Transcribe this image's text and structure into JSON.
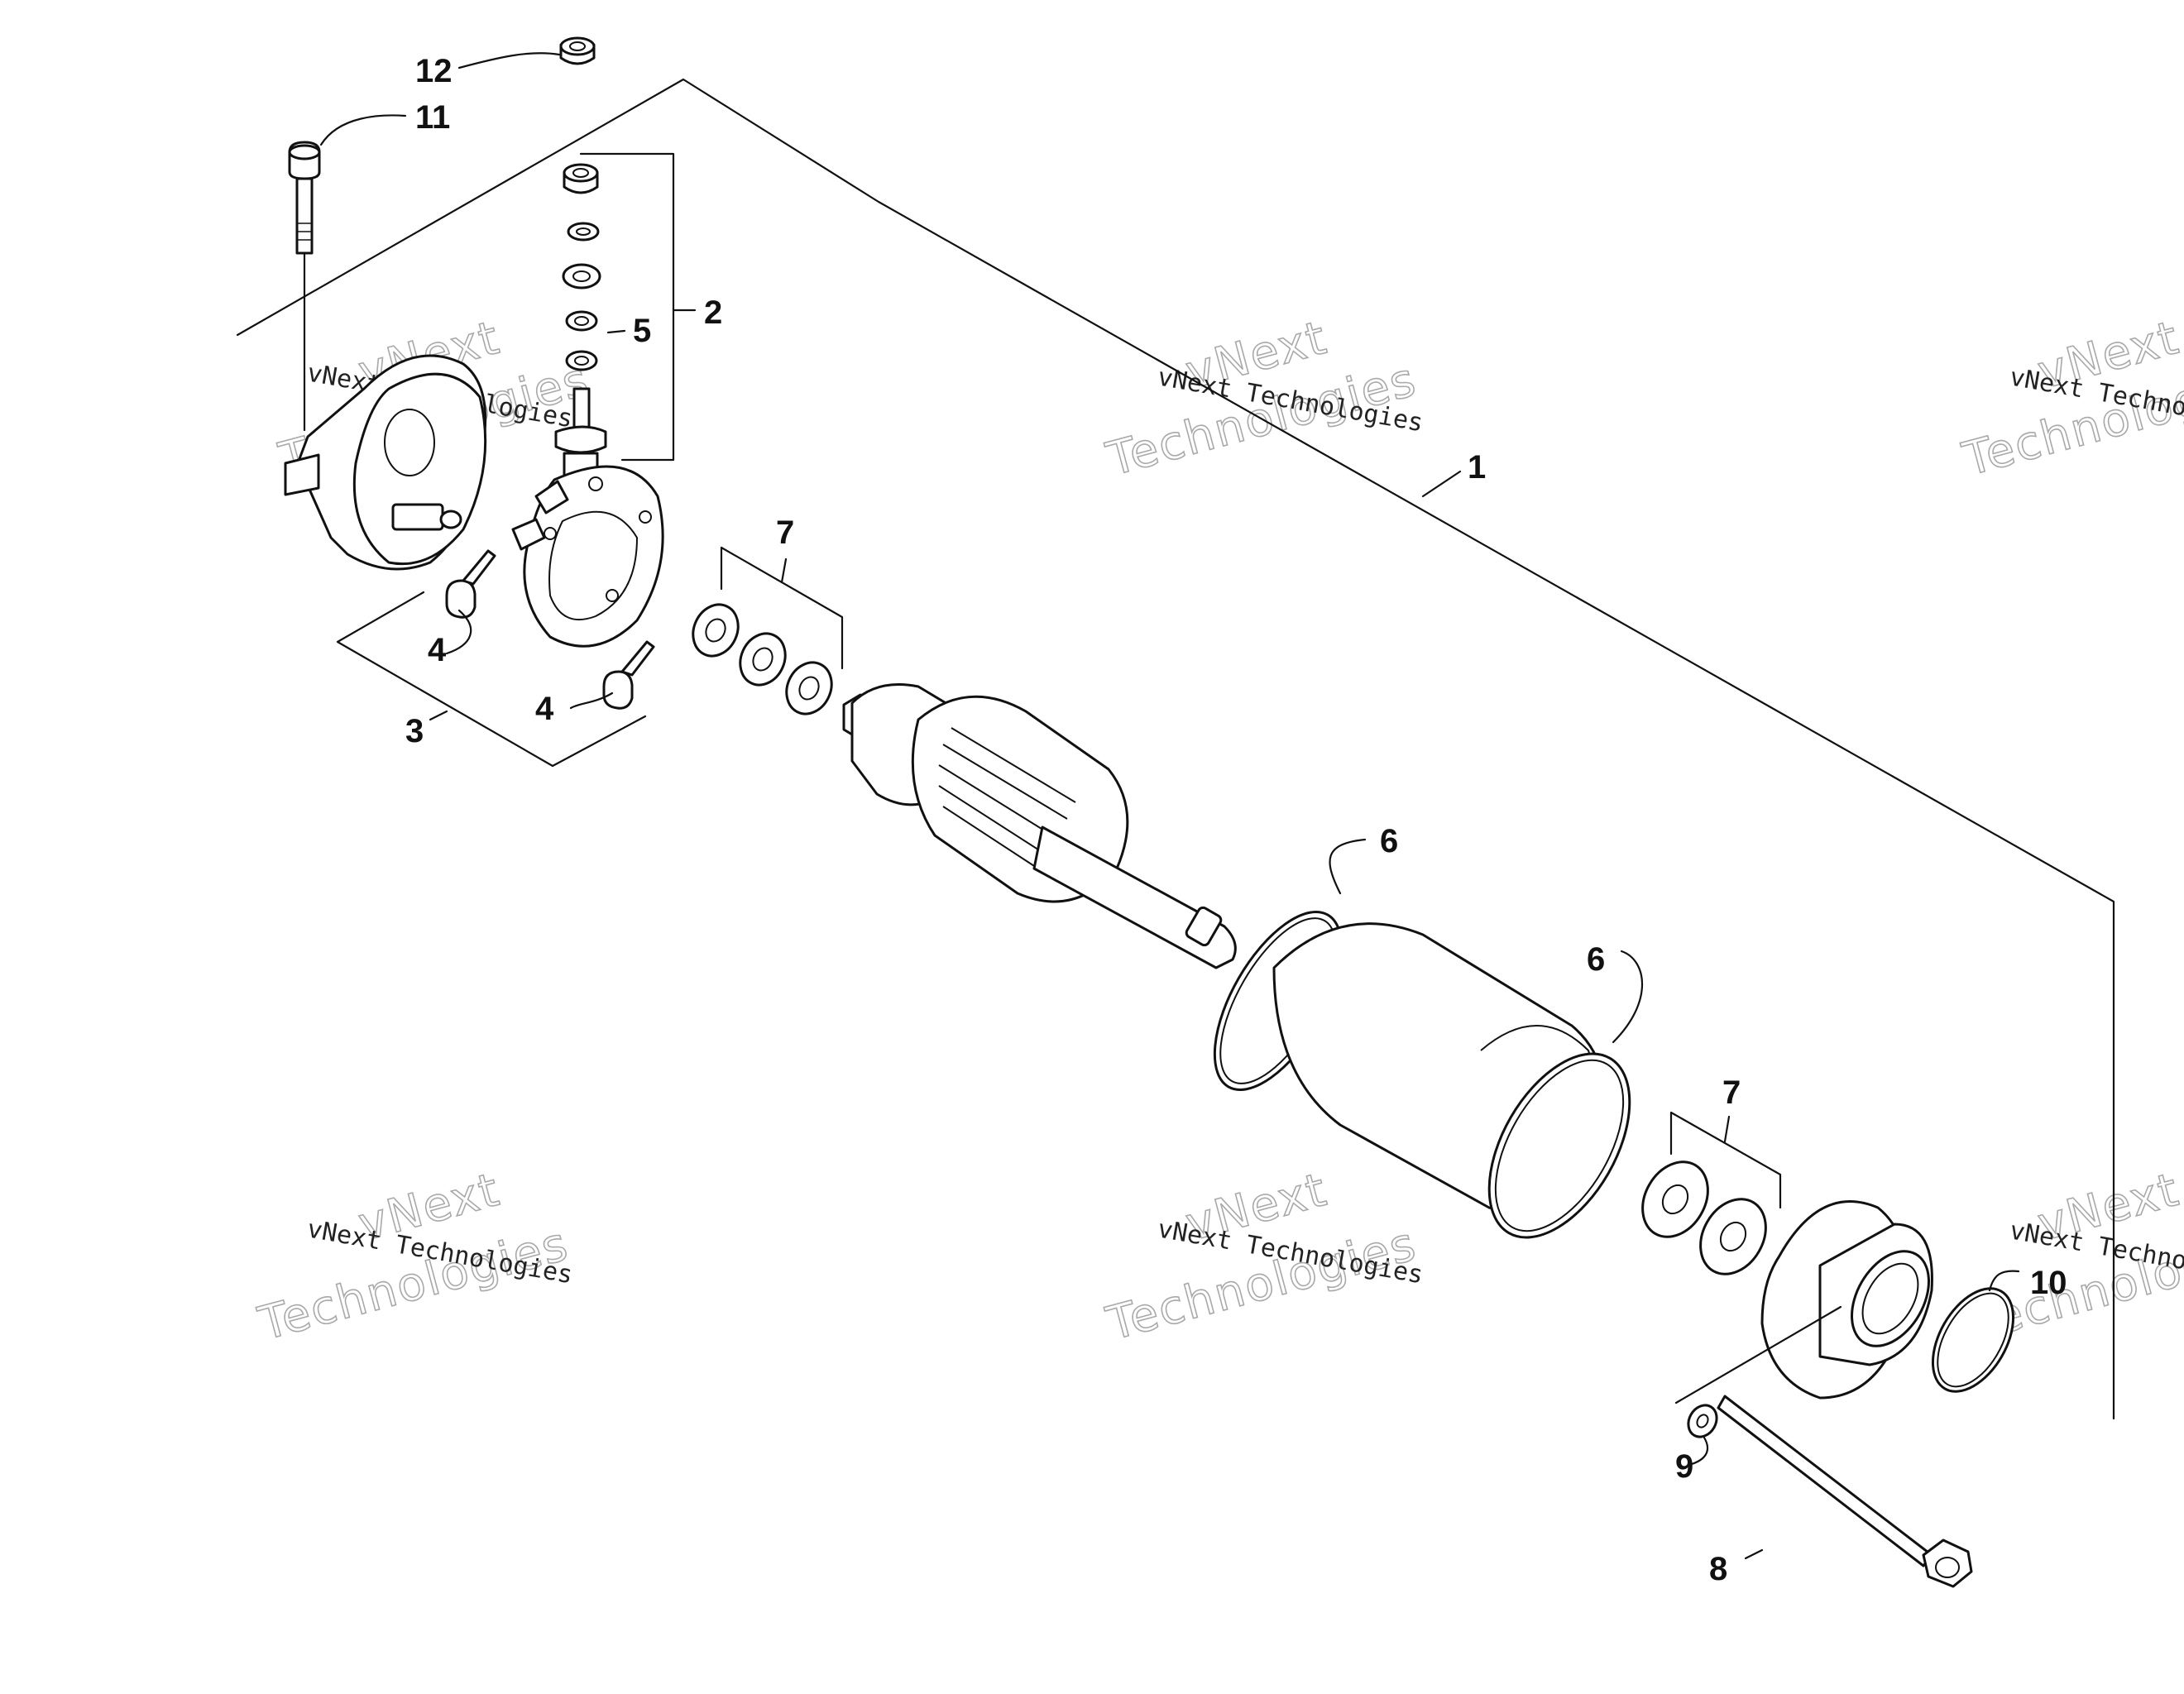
{
  "callouts": {
    "c1": "1",
    "c2": "2",
    "c3": "3",
    "c4a": "4",
    "c4b": "4",
    "c5": "5",
    "c6a": "6",
    "c6b": "6",
    "c7a": "7",
    "c7b": "7",
    "c8": "8",
    "c9": "9",
    "c10": "10",
    "c11": "11",
    "c12": "12"
  },
  "watermark": {
    "brand": "vNext Technologies",
    "line1": "vNext",
    "line2": "Technologies"
  }
}
